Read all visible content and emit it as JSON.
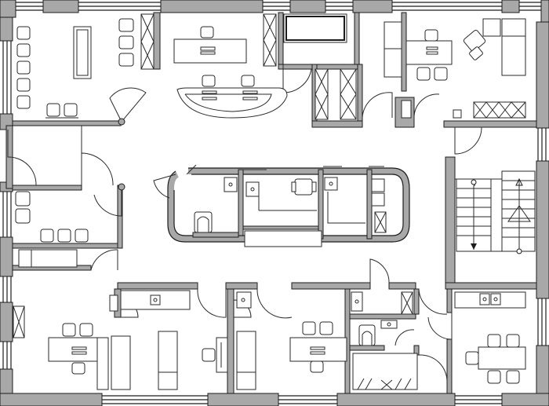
{
  "colors": {
    "background": "#ffffff",
    "wall_fill": "#a8a8a8",
    "line": "#1c1c1c",
    "furniture_fill": "#ffffff"
  },
  "layers": {
    "walls": "exterior-and-interior-walls",
    "doors": "door-swing-arcs",
    "furniture": "office-furniture",
    "stairs": "stairwell",
    "fixtures": "sanitary-fixtures"
  }
}
